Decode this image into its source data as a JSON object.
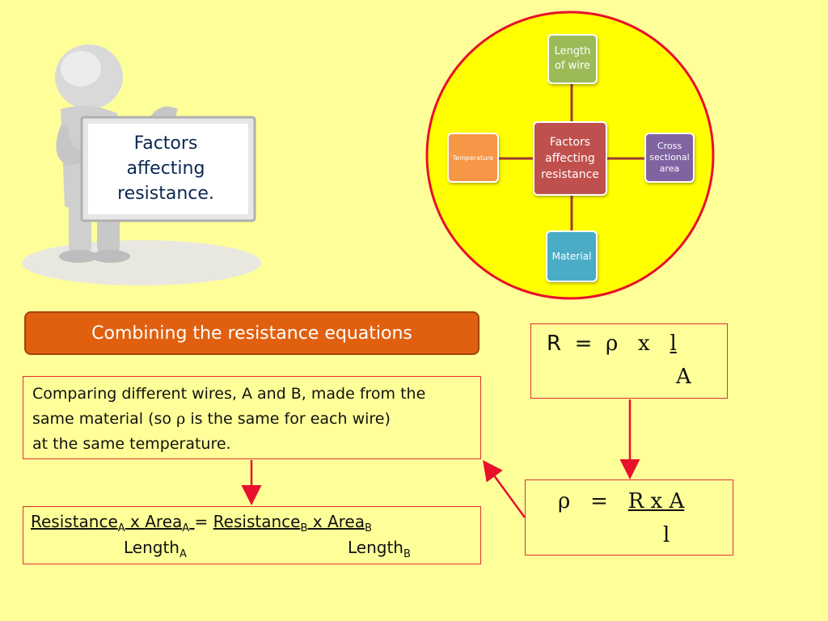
{
  "sign": {
    "line1": "Factors",
    "line2": "affecting",
    "line3": "resistance."
  },
  "mindmap": {
    "center": {
      "line1": "Factors",
      "line2": "affecting",
      "line3": "resistance"
    },
    "top": {
      "line1": "Length",
      "line2": "of wire"
    },
    "right": {
      "line1": "Cross",
      "line2": "sectional",
      "line3": "area"
    },
    "bottom": {
      "label": "Material"
    },
    "left": {
      "label": "Temperature"
    },
    "colors": {
      "circle": "#ffff00",
      "ring": "#e8102a",
      "center": "#c0504d",
      "top": "#9bbb59",
      "right": "#8064a2",
      "bottom": "#4bacc6",
      "left": "#f79646"
    }
  },
  "banner": {
    "title": "Combining the resistance equations"
  },
  "compare": {
    "line1": "Comparing different wires, A and B, made from the",
    "line2a": "same material (so ",
    "rho": "ρ",
    "line2b": " is the same for each wire)",
    "line3": "at the same temperature."
  },
  "ratio": {
    "res": "Resistance",
    "subA": "A",
    "x": " x ",
    "area": "Area",
    "eq": "=",
    "subB": "B",
    "length": "Length"
  },
  "equation1": {
    "r": "R",
    "eq": "=",
    "rho": "ρ",
    "x": "x",
    "l": "l",
    "a": "A"
  },
  "equation2": {
    "rho": "ρ",
    "eq": "=",
    "num": "R x A",
    "den": "l"
  }
}
